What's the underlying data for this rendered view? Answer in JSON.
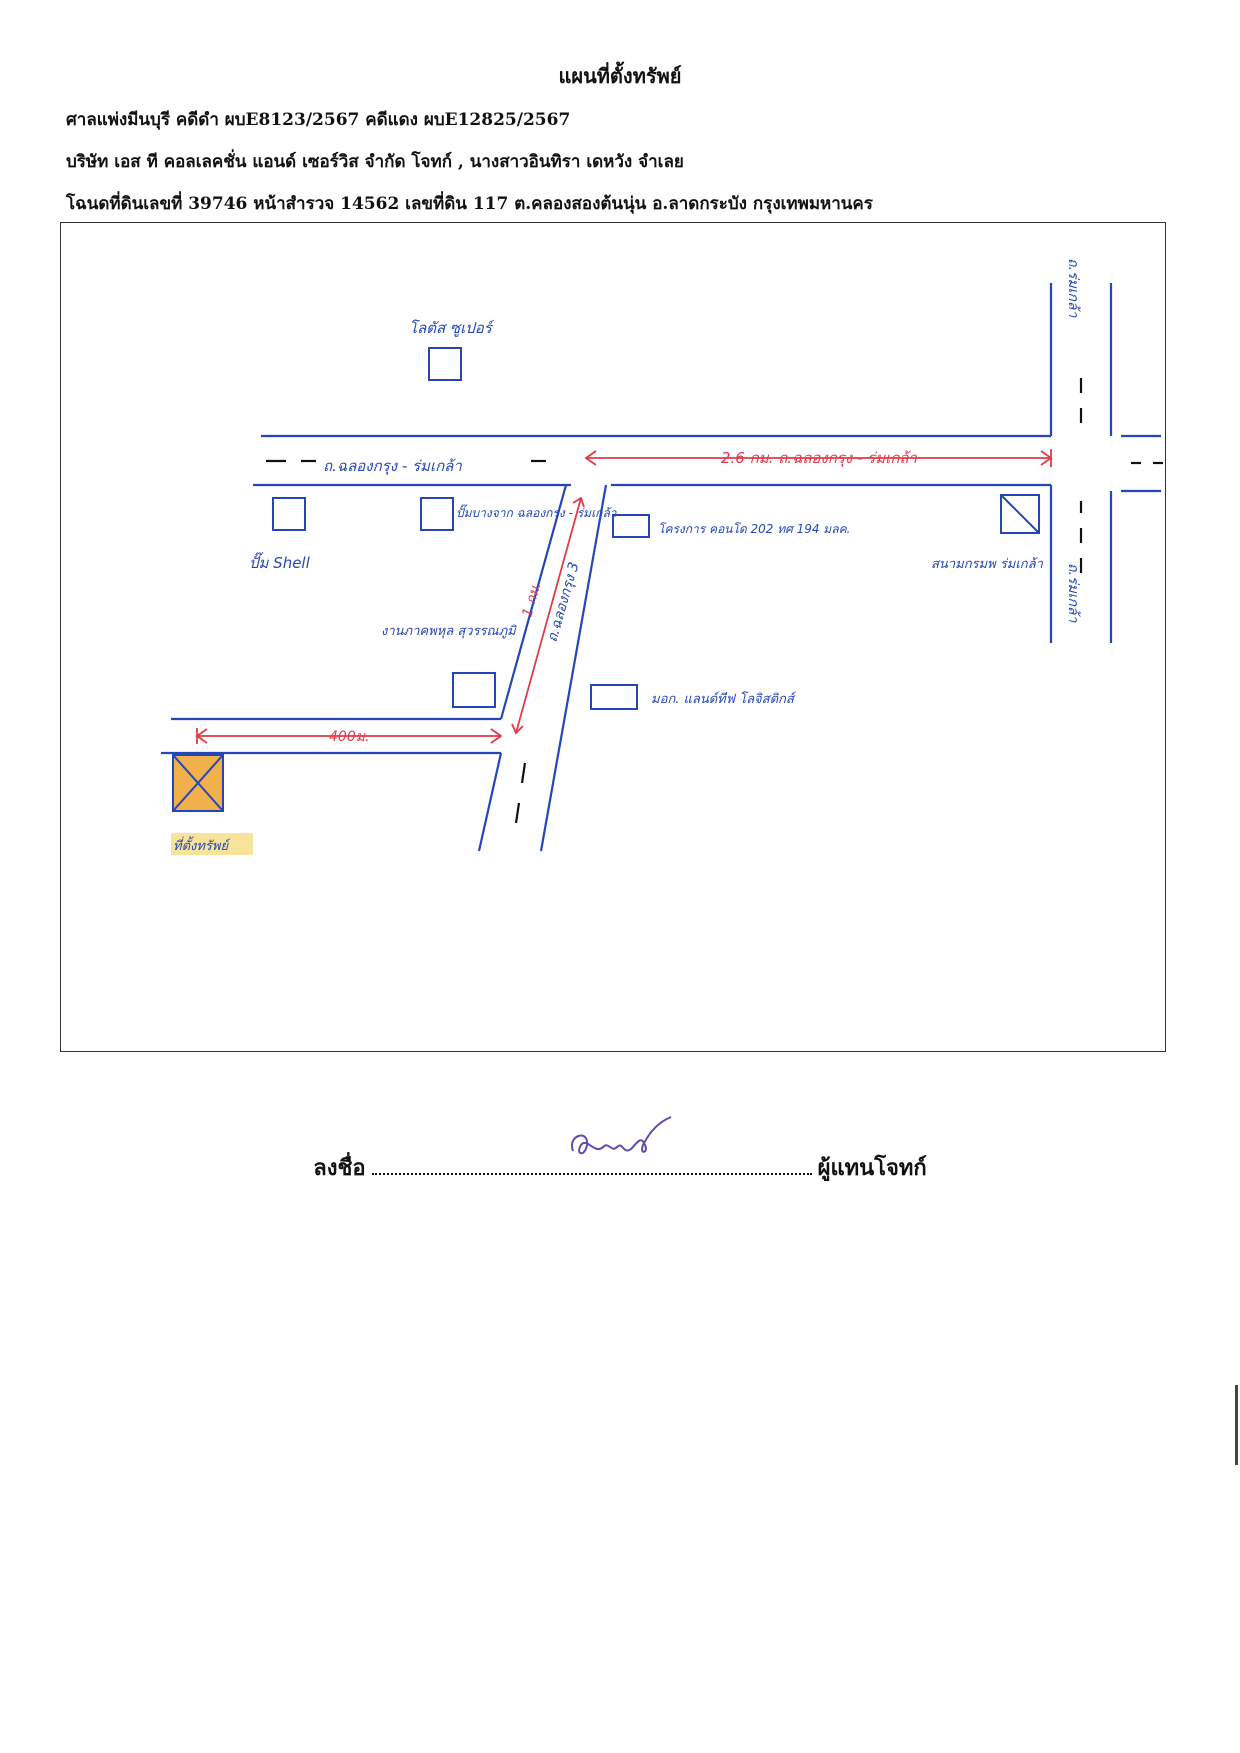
{
  "header": {
    "title": "แผนที่ตั้งทรัพย์",
    "line1": "ศาลแพ่งมีนบุรี คดีดำ ผบE8123/2567  คดีแดง ผบE12825/2567",
    "line2": "บริษัท เอส ที คอลเลคชั่น แอนด์ เซอร์วิส จำกัด โจทก์ , นางสาวอินทิรา เดหวัง จำเลย",
    "line3": "โฉนดที่ดินเลขที่  39746  หน้าสำรวจ 14562  เลขที่ดิน 117 ต.คลองสองต้นนุ่น อ.ลาดกระบัง  กรุงเทพมหานคร"
  },
  "map": {
    "road_main": "ถ.ฉลองกรุง - ร่มเกล้า",
    "road_main_distance": "2.6 กม. ถ.ฉลองกรุง - ร่มเกล้า",
    "road_side": "ถ.ฉลองกรุง 3",
    "road_side_distance": "1 กม.",
    "road_vertical_top": "ถ.ร่มเกล้า",
    "road_vertical_bottom": "ถ.ร่มเกล้า",
    "distance_to_property": "400ม.",
    "landmark_lotus": "โลตัส ซูเปอร์",
    "landmark_shell": "ปั๊ม Shell",
    "landmark_ptt": "ปั๊มบางจาก ฉลองกรุง - ร่มเกล้า",
    "landmark_condo": "โครงการ คอนโด 202 ทศ 194 มลค.",
    "landmark_stadium": "สนามกรมพ ร่มเกล้า",
    "landmark_factory": "งานภาคพหุล สุวรรณภูมิ",
    "landmark_logistics": "มอก. แลนด์ทีฟ โลจิสติกส์",
    "property_label": "ที่ตั้งทรัพย์"
  },
  "signature_block": {
    "prefix": "ลงชื่อ",
    "suffix": "ผู้แทนโจทก์"
  },
  "colors": {
    "road_blue": "#2446b8",
    "distance_red": "#e23a4a",
    "property_fill": "#f2b04c",
    "highlight": "#f7e49a",
    "signature_ink": "#5a4fb0"
  }
}
